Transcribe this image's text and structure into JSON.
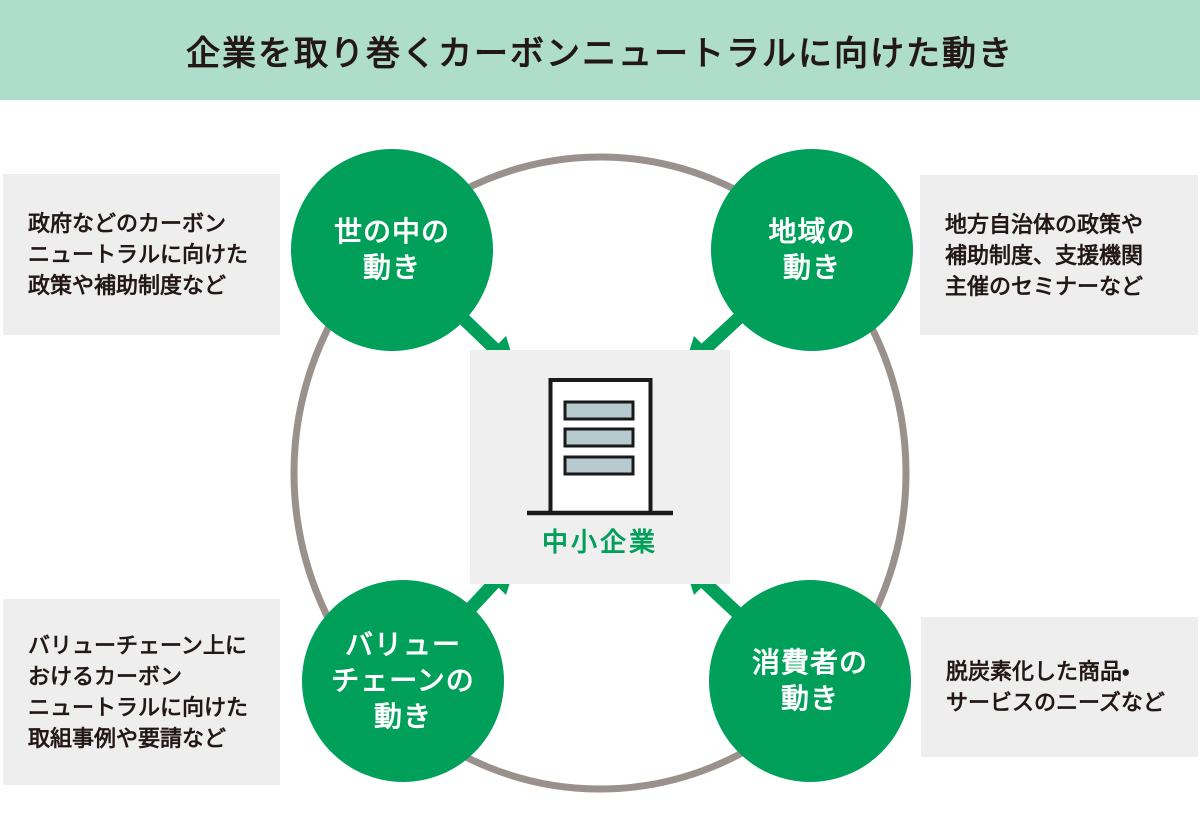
{
  "header": {
    "title": "企業を取り巻くカーボンニュートラルに向けた動き"
  },
  "colors": {
    "green": "#00a05a",
    "mint": "#aeddcc",
    "ink": "#231815",
    "ring": "#9a918c",
    "box-bg": "#eeeeee",
    "center-bg": "#efefef",
    "window-fill": "#b7cbce",
    "building-stroke": "#1a1a1a"
  },
  "center": {
    "label": "中小企業",
    "icon": "building-icon"
  },
  "nodes": [
    {
      "id": "society",
      "position": "top-left",
      "label": "世の中の\n動き",
      "note": "政府などのカーボン\nニュートラルに向けた\n政策や補助制度など"
    },
    {
      "id": "region",
      "position": "top-right",
      "label": "地域の\n動き",
      "note": "地方自治体の政策や\n補助制度、支援機関\n主催のセミナーなど"
    },
    {
      "id": "value-chain",
      "position": "bottom-left",
      "label": "バリュー\nチェーンの\n動き",
      "note": "バリューチェーン上に\nおけるカーボン\nニュートラルに向けた\n取組事例や要請など"
    },
    {
      "id": "consumer",
      "position": "bottom-right",
      "label": "消費者の\n動き",
      "note": "脱炭素化した商品・\nサービスのニーズなど"
    }
  ]
}
